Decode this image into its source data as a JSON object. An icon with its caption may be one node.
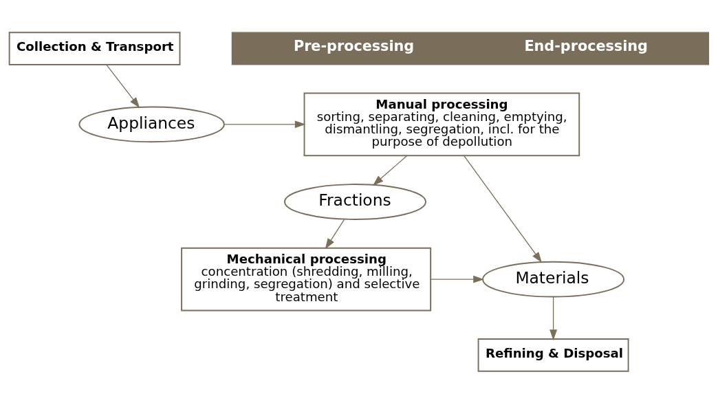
{
  "diagram": {
    "nodes": [
      {
        "text": [
          "Pre-processing",
          "End-processing"
        ]
      },
      {
        "text": [
          "Collection & Transport"
        ]
      },
      {
        "text": [
          "Appliances"
        ]
      },
      {
        "text": [
          "Manual processing",
          "sorting, separating, cleaning, emptying, dismantling, segregation, incl. for the purpose of depollution"
        ]
      },
      {
        "text": [
          "Fractions"
        ]
      },
      {
        "text": [
          "Mechanical processing",
          "concentration (shredding, milling, grinding, segregation) and selective treatment"
        ]
      },
      {
        "text": [
          "Materials"
        ]
      },
      {
        "text": [
          "Refining & Disposal"
        ]
      }
    ],
    "edges": [
      {
        "from": 1,
        "to": 2,
        "arrow": "to"
      },
      {
        "from": 2,
        "to": 3,
        "arrow": "to"
      },
      {
        "from": 3,
        "to": 4,
        "arrow": "to"
      },
      {
        "from": 4,
        "to": 5,
        "arrow": "to"
      },
      {
        "from": 3,
        "to": 6,
        "arrow": "to"
      },
      {
        "from": 5,
        "to": 6,
        "arrow": "to"
      },
      {
        "from": 6,
        "to": 7,
        "arrow": "to"
      }
    ]
  }
}
